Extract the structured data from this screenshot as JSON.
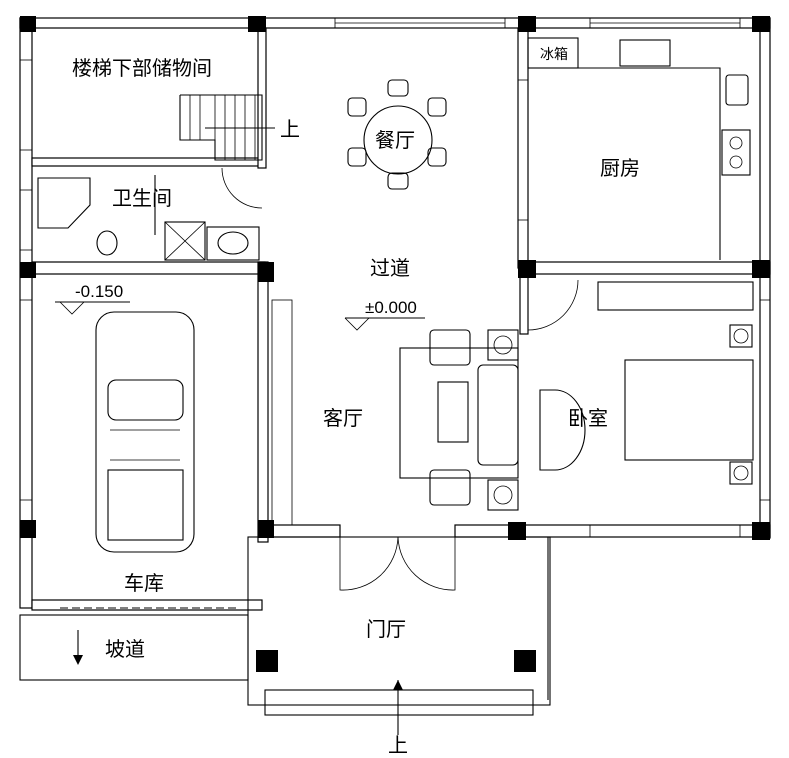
{
  "rooms": {
    "storage": "楼梯下部储物间",
    "stair_up": "上",
    "dining": "餐厅",
    "fridge": "冰箱",
    "kitchen": "厨房",
    "bathroom": "卫生间",
    "corridor": "过道",
    "living": "客厅",
    "bedroom": "卧室",
    "garage": "车库",
    "foyer": "门厅",
    "ramp": "坡道",
    "entry_up": "上"
  },
  "levels": {
    "garage": "-0.150",
    "main": "±0.000"
  }
}
